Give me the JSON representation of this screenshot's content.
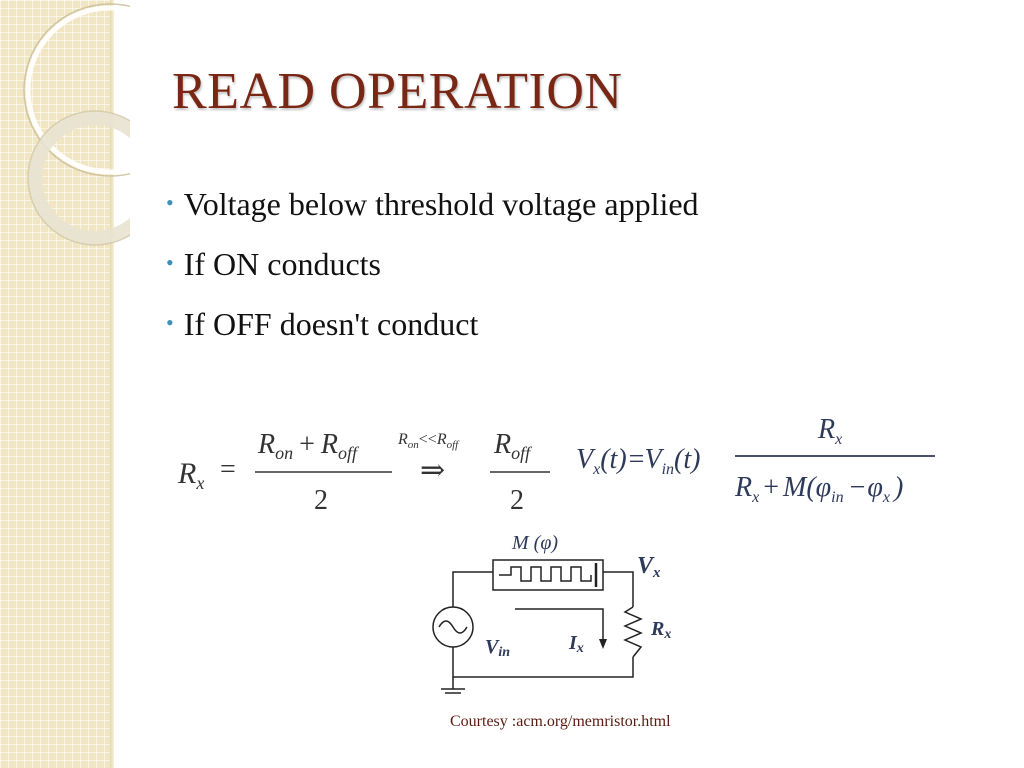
{
  "slide": {
    "title": "READ OPERATION",
    "bullets": [
      "Voltage below threshold voltage applied",
      "If ON conducts",
      "If OFF doesn't conduct"
    ],
    "courtesy": "Courtesy :acm.org/memristor.html"
  },
  "formula1": {
    "lhs_main": "R",
    "lhs_sub": "x",
    "equals": "=",
    "num_r1": "R",
    "num_r1_sub": "on",
    "plus": "+",
    "num_r2": "R",
    "num_r2_sub": "off",
    "den": "2",
    "cond_r1": "R",
    "cond_r1_sub": "on",
    "cond_op": "<<",
    "cond_r2": "R",
    "cond_r2_sub": "off",
    "arrow": "⇒",
    "res_num": "R",
    "res_num_sub": "off",
    "res_den": "2"
  },
  "formula2": {
    "lhs": "V",
    "lhs_sub": "x",
    "lhs_arg": "(t)",
    "equals": "=",
    "vin": "V",
    "vin_sub": "in",
    "vin_arg": "(t)",
    "num": "R",
    "num_sub": "x",
    "den_r": "R",
    "den_r_sub": "x",
    "den_plus": "+",
    "den_m": "M(",
    "den_phi1": "φ",
    "den_phi1_sub": "in",
    "den_minus": "−",
    "den_phi2": "φ",
    "den_phi2_sub": "x",
    "den_close": ")"
  },
  "circuit": {
    "memristor_label": "M (φ)",
    "vx_label": "V",
    "vx_sub": "x",
    "vin_label": "V",
    "vin_sub": "in",
    "ix_label": "I",
    "ix_sub": "x",
    "rx_label": "R",
    "rx_sub": "x"
  },
  "colors": {
    "title": "#7a2614",
    "bullet_dot": "#3f8fb8",
    "sidebar": "#f1e6c4",
    "equation": "#2e3a5a"
  }
}
